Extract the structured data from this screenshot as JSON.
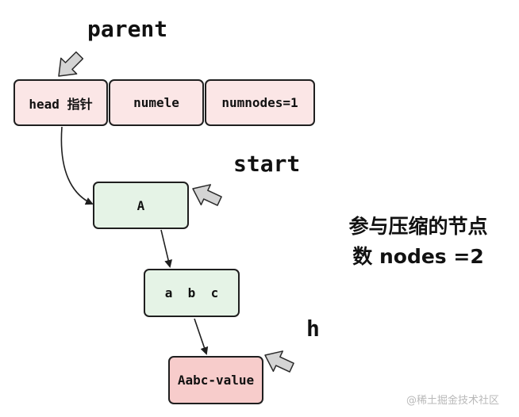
{
  "boxes": {
    "head": "head 指针",
    "numele": "numele",
    "numnodes": "numnodes=1",
    "a": "A",
    "abc": "a  b  c",
    "value": "Aabc-value"
  },
  "labels": {
    "parent": "parent",
    "start": "start",
    "h": "h"
  },
  "note": {
    "line1": "参与压缩的节点",
    "line2": "数 nodes =2"
  },
  "watermark": "@稀土掘金技术社区",
  "colors": {
    "struct_fill": "#fbe6e6",
    "node_fill": "#e5f3e6",
    "value_fill": "#f7cccb",
    "stroke": "#1f1f1f",
    "pointer_arrow_fill": "#d4d4d4"
  }
}
